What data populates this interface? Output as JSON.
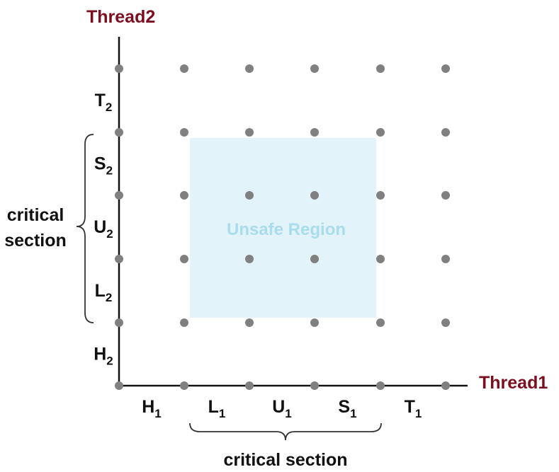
{
  "diagram": {
    "y_axis_title": "Thread2",
    "x_axis_title": "Thread1",
    "unsafe_region_label": "Unsafe Region",
    "x_section_label": "critical section",
    "y_section_label_line1": "critical",
    "y_section_label_line2": "section",
    "x_instructions": [
      {
        "letter": "H",
        "sub": "1"
      },
      {
        "letter": "L",
        "sub": "1"
      },
      {
        "letter": "U",
        "sub": "1"
      },
      {
        "letter": "S",
        "sub": "1"
      },
      {
        "letter": "T",
        "sub": "1"
      }
    ],
    "y_instructions": [
      {
        "letter": "H",
        "sub": "2"
      },
      {
        "letter": "L",
        "sub": "2"
      },
      {
        "letter": "U",
        "sub": "2"
      },
      {
        "letter": "S",
        "sub": "2"
      },
      {
        "letter": "T",
        "sub": "2"
      }
    ],
    "colors": {
      "axis_title": "#7b0f1f",
      "grid_point": "#808080",
      "unsafe_fill": "#e3f3fa",
      "unsafe_text": "#a9dced",
      "axis_line": "#111111"
    }
  }
}
